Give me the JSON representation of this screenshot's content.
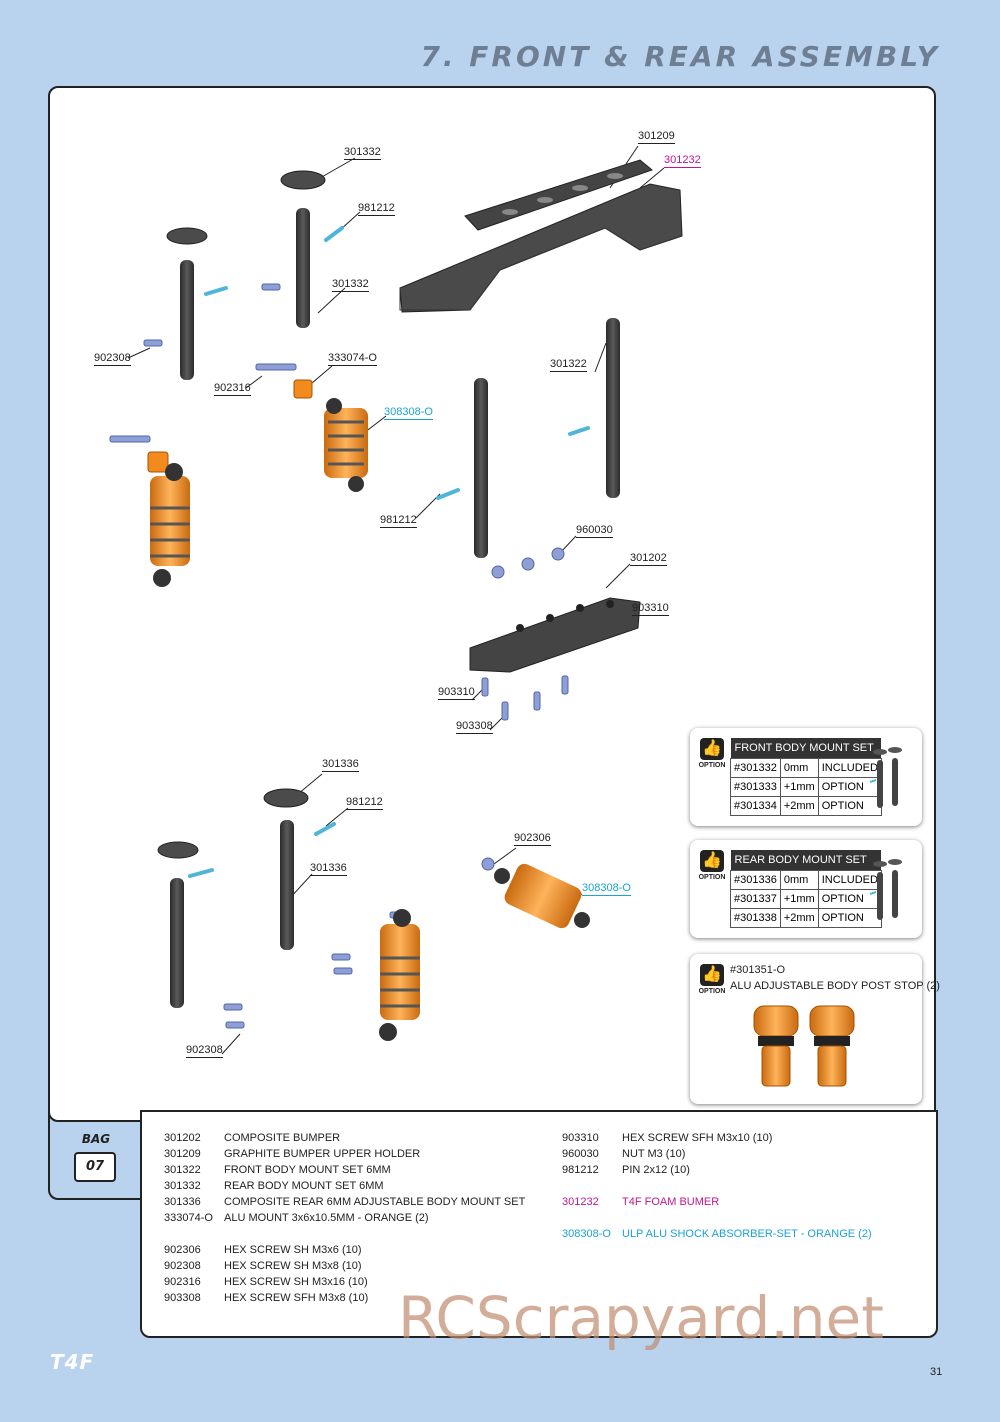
{
  "page": {
    "title": "7. FRONT & REAR ASSEMBLY",
    "page_number": "31",
    "brand": "T4F",
    "watermark": "RCScrapyard.net"
  },
  "bag": {
    "label": "BAG",
    "number": "07"
  },
  "labels": {
    "l301332a": "301332",
    "l981212a": "981212",
    "l301332b": "301332",
    "l902308a": "902308",
    "l902316": "902316",
    "l333074": "333074-O",
    "l308308a": "308308-O",
    "l981212b": "981212",
    "l301209": "301209",
    "l301232": "301232",
    "l301322": "301322",
    "l960030": "960030",
    "l301202": "301202",
    "l903310a": "903310",
    "l903310b": "903310",
    "l903308": "903308",
    "l301336a": "301336",
    "l981212c": "981212",
    "l301336b": "301336",
    "l902306": "902306",
    "l308308b": "308308-O",
    "l902308b": "902308"
  },
  "options": {
    "icon_label": "OPTION",
    "front": {
      "title": "FRONT BODY MOUNT SET",
      "rows": [
        {
          "part": "#301332",
          "size": "0mm",
          "status": "INCLUDED"
        },
        {
          "part": "#301333",
          "size": "+1mm",
          "status": "OPTION"
        },
        {
          "part": "#301334",
          "size": "+2mm",
          "status": "OPTION"
        }
      ]
    },
    "rear": {
      "title": "REAR BODY MOUNT SET",
      "rows": [
        {
          "part": "#301336",
          "size": "0mm",
          "status": "INCLUDED"
        },
        {
          "part": "#301337",
          "size": "+1mm",
          "status": "OPTION"
        },
        {
          "part": "#301338",
          "size": "+2mm",
          "status": "OPTION"
        }
      ]
    },
    "stop": {
      "part": "#301351-O",
      "desc": "ALU ADJUSTABLE BODY POST STOP (2)"
    }
  },
  "parts_left": [
    {
      "no": "301202",
      "desc": "COMPOSITE BUMPER"
    },
    {
      "no": "301209",
      "desc": "GRAPHITE BUMPER UPPER HOLDER"
    },
    {
      "no": "301322",
      "desc": "FRONT BODY MOUNT SET 6MM"
    },
    {
      "no": "301332",
      "desc": "REAR BODY MOUNT SET 6MM"
    },
    {
      "no": "301336",
      "desc": "COMPOSITE REAR 6MM ADJUSTABLE BODY MOUNT SET"
    },
    {
      "no": "333074-O",
      "desc": "ALU MOUNT 3x6x10.5MM - ORANGE (2)"
    }
  ],
  "parts_left2": [
    {
      "no": "902306",
      "desc": "HEX SCREW SH M3x6  (10)"
    },
    {
      "no": "902308",
      "desc": "HEX SCREW SH M3x8  (10)"
    },
    {
      "no": "902316",
      "desc": "HEX SCREW SH M3x16  (10)"
    },
    {
      "no": "903308",
      "desc": "HEX SCREW SFH M3x8  (10)"
    }
  ],
  "parts_right": [
    {
      "no": "903310",
      "desc": "HEX SCREW SFH M3x10  (10)"
    },
    {
      "no": "960030",
      "desc": "NUT M3  (10)"
    },
    {
      "no": "981212",
      "desc": "PIN 2x12  (10)"
    }
  ],
  "parts_special": {
    "foam": {
      "no": "301232",
      "desc": "T4F FOAM BUMER"
    },
    "shock": {
      "no": "308308-O",
      "desc": "ULP ALU SHOCK ABSORBER-SET - ORANGE (2)"
    }
  },
  "colors": {
    "background": "#b9d3ee",
    "magenta": "#c0168e",
    "cyan": "#1aa3d6",
    "part_dark": "#3a3a3a",
    "orange": "#f28a1e",
    "screw_blue": "#8e9fd6"
  }
}
